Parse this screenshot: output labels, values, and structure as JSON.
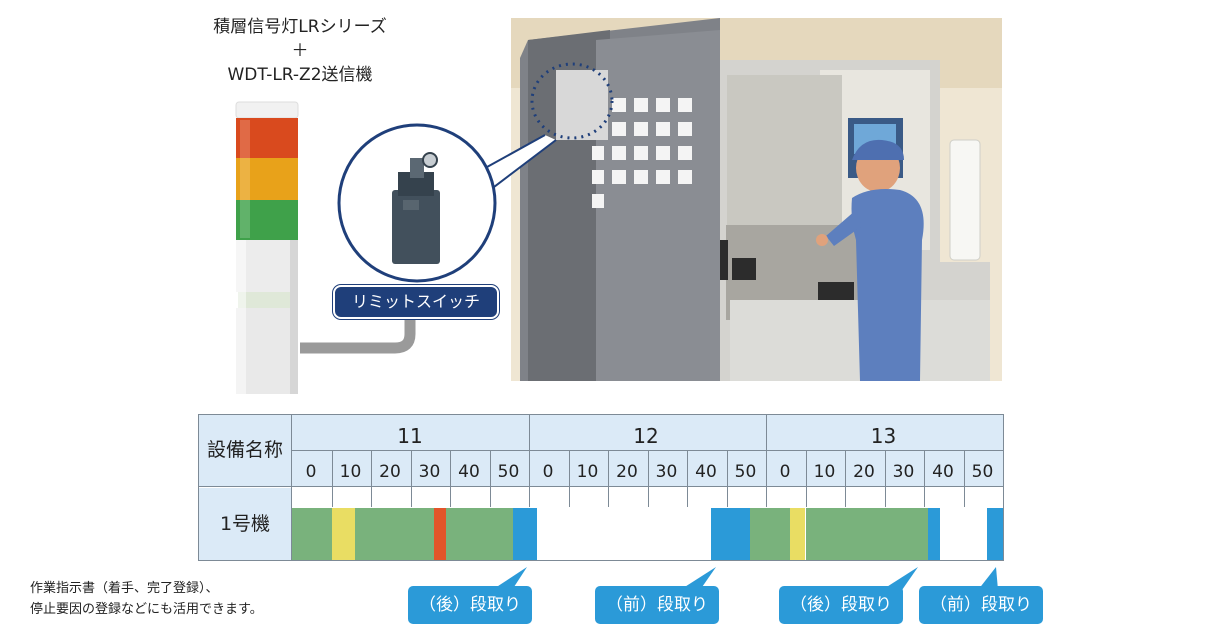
{
  "header": {
    "line1": "積層信号灯LRシリーズ",
    "line2": "＋",
    "line3": "WDT-LR-Z2送信機"
  },
  "switch_label": "リミットスイッチ",
  "table": {
    "row_header": "設備名称",
    "machine_label": "1号機",
    "hours": [
      "11",
      "12",
      "13"
    ],
    "minutes": [
      "0",
      "10",
      "20",
      "30",
      "40",
      "50"
    ],
    "colors": {
      "green": "#79b27c",
      "yellow": "#e9dd63",
      "red": "#e2552a",
      "blue": "#2b9ad8",
      "empty": "#ffffff"
    },
    "segments": [
      {
        "start": 0,
        "end": 10,
        "state": "green"
      },
      {
        "start": 10,
        "end": 16,
        "state": "yellow"
      },
      {
        "start": 16,
        "end": 36,
        "state": "green"
      },
      {
        "start": 36,
        "end": 39,
        "state": "red"
      },
      {
        "start": 39,
        "end": 56,
        "state": "green"
      },
      {
        "start": 56,
        "end": 62,
        "state": "blue"
      },
      {
        "start": 62,
        "end": 106,
        "state": "empty"
      },
      {
        "start": 106,
        "end": 116,
        "state": "blue"
      },
      {
        "start": 116,
        "end": 126,
        "state": "green"
      },
      {
        "start": 126,
        "end": 130,
        "state": "yellow"
      },
      {
        "start": 130,
        "end": 161,
        "state": "green"
      },
      {
        "start": 161,
        "end": 164,
        "state": "blue"
      },
      {
        "start": 164,
        "end": 176,
        "state": "empty"
      },
      {
        "start": 176,
        "end": 180,
        "state": "blue"
      }
    ]
  },
  "note": {
    "line1": "作業指示書（着手、完了登録）、",
    "line2": "停止要因の登録などにも活用できます。"
  },
  "callouts": [
    "（後）段取り",
    "（前）段取り",
    "（後）段取り",
    "（前）段取り"
  ]
}
